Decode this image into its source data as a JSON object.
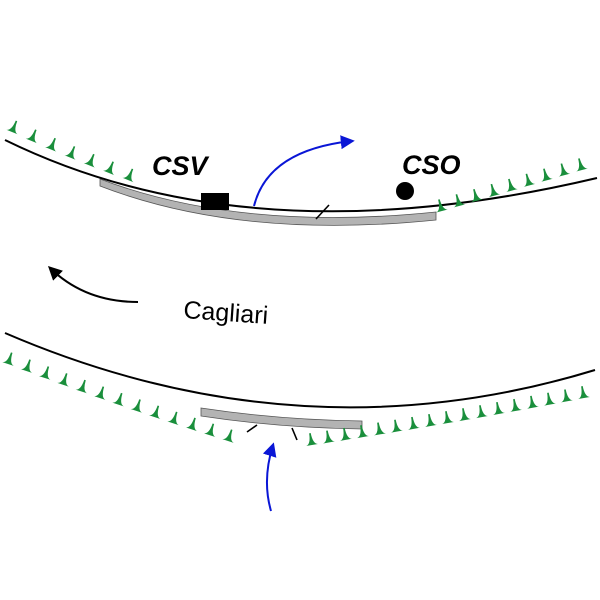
{
  "labels": {
    "csv": "CSV",
    "cso": "CSO",
    "city": "Cagliari"
  },
  "colors": {
    "shoreline": "#000000",
    "structure_fill": "#b3b3b3",
    "structure_stroke": "#555555",
    "vegetation": "#1a8f3c",
    "flow_arrow": "#0a16d6",
    "direction_arrow": "#000000",
    "marker": "#000000"
  },
  "icons": {
    "vegetation_symbol": "grass-tuft-icon",
    "csv_marker": "rectangle-marker-icon",
    "cso_marker": "circle-marker-icon"
  }
}
